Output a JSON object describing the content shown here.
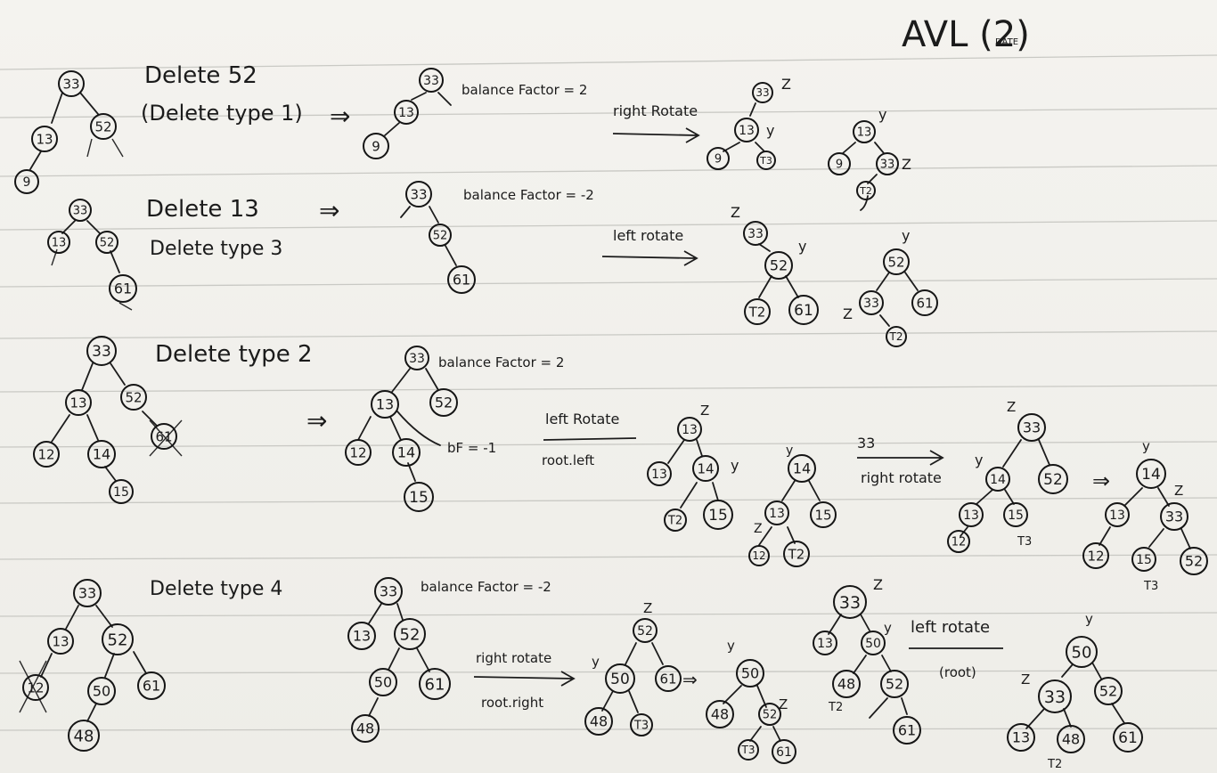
{
  "header": {
    "title": "AVL (2)",
    "date_label": "DATE"
  },
  "sections": [
    {
      "title": "Delete 52",
      "subtitle": "(Delete type 1)",
      "bf": "balance Factor = 2",
      "rotation": "right Rotate",
      "rotation2": ""
    },
    {
      "title": "Delete 13",
      "subtitle": "Delete type 3",
      "bf": "balance Factor = -2",
      "rotation": "left rotate",
      "rotation2": ""
    },
    {
      "title": "Delete type 2",
      "subtitle": "",
      "bf": "balance Factor = 2",
      "rotation": "left Rotate",
      "rotation2": "root.left",
      "bf2": "bF = -1",
      "step_node": "33",
      "step_rotation": "right rotate"
    },
    {
      "title": "Delete type 4",
      "subtitle": "",
      "bf": "balance Factor = -2",
      "rotation": "right rotate",
      "rotation2": "root.right",
      "step_rotation": "left rotate",
      "step_rotation2": "(root)"
    }
  ],
  "symbols": {
    "implies": "⇒",
    "z": "Z",
    "y": "y",
    "t2": "T2",
    "t3": "T3"
  },
  "nodes": {
    "n33": "33",
    "n13": "13",
    "n52": "52",
    "n9": "9",
    "n61": "61",
    "n12": "12",
    "n14": "14",
    "n15": "15",
    "n50": "50",
    "n48": "48",
    "t2": "T2",
    "t3": "T3"
  }
}
